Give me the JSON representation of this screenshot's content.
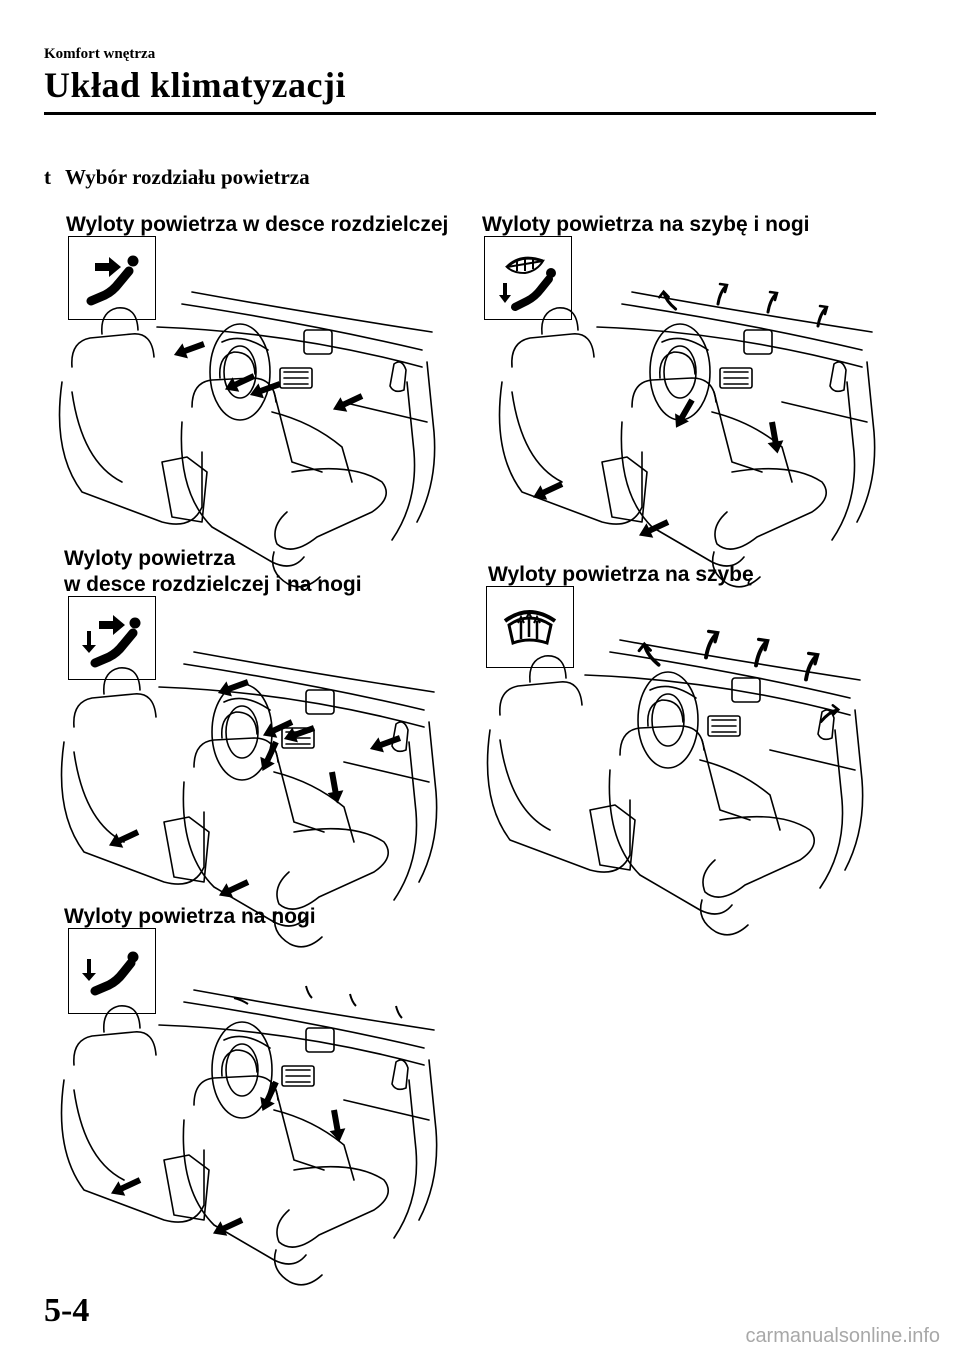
{
  "header": {
    "section_label": "Komfort wnętrza",
    "chapter_title": "Układ klimatyzacji"
  },
  "subheading": {
    "bullet": "t",
    "text": "Wybór rozdziału powietrza"
  },
  "panels": [
    {
      "id": "dash",
      "label_lines": [
        "Wyloty powietrza w desce rozdzielczej"
      ],
      "icon": "face-vent-icon"
    },
    {
      "id": "windshield-feet",
      "label_lines": [
        "Wyloty powietrza na szybę i nogi"
      ],
      "icon": "defrost-foot-vent-icon"
    },
    {
      "id": "dash-feet",
      "label_lines": [
        "Wyloty powietrza",
        "w desce rozdzielczej i na nogi"
      ],
      "icon": "bi-level-vent-icon"
    },
    {
      "id": "windshield",
      "label_lines": [
        "Wyloty powietrza na szybę"
      ],
      "icon": "defrost-icon"
    },
    {
      "id": "feet",
      "label_lines": [
        "Wyloty powietrza na nogi"
      ],
      "icon": "foot-vent-icon"
    }
  ],
  "footer": {
    "page_number": "5-4",
    "watermark": "carmanualsonline.info"
  }
}
